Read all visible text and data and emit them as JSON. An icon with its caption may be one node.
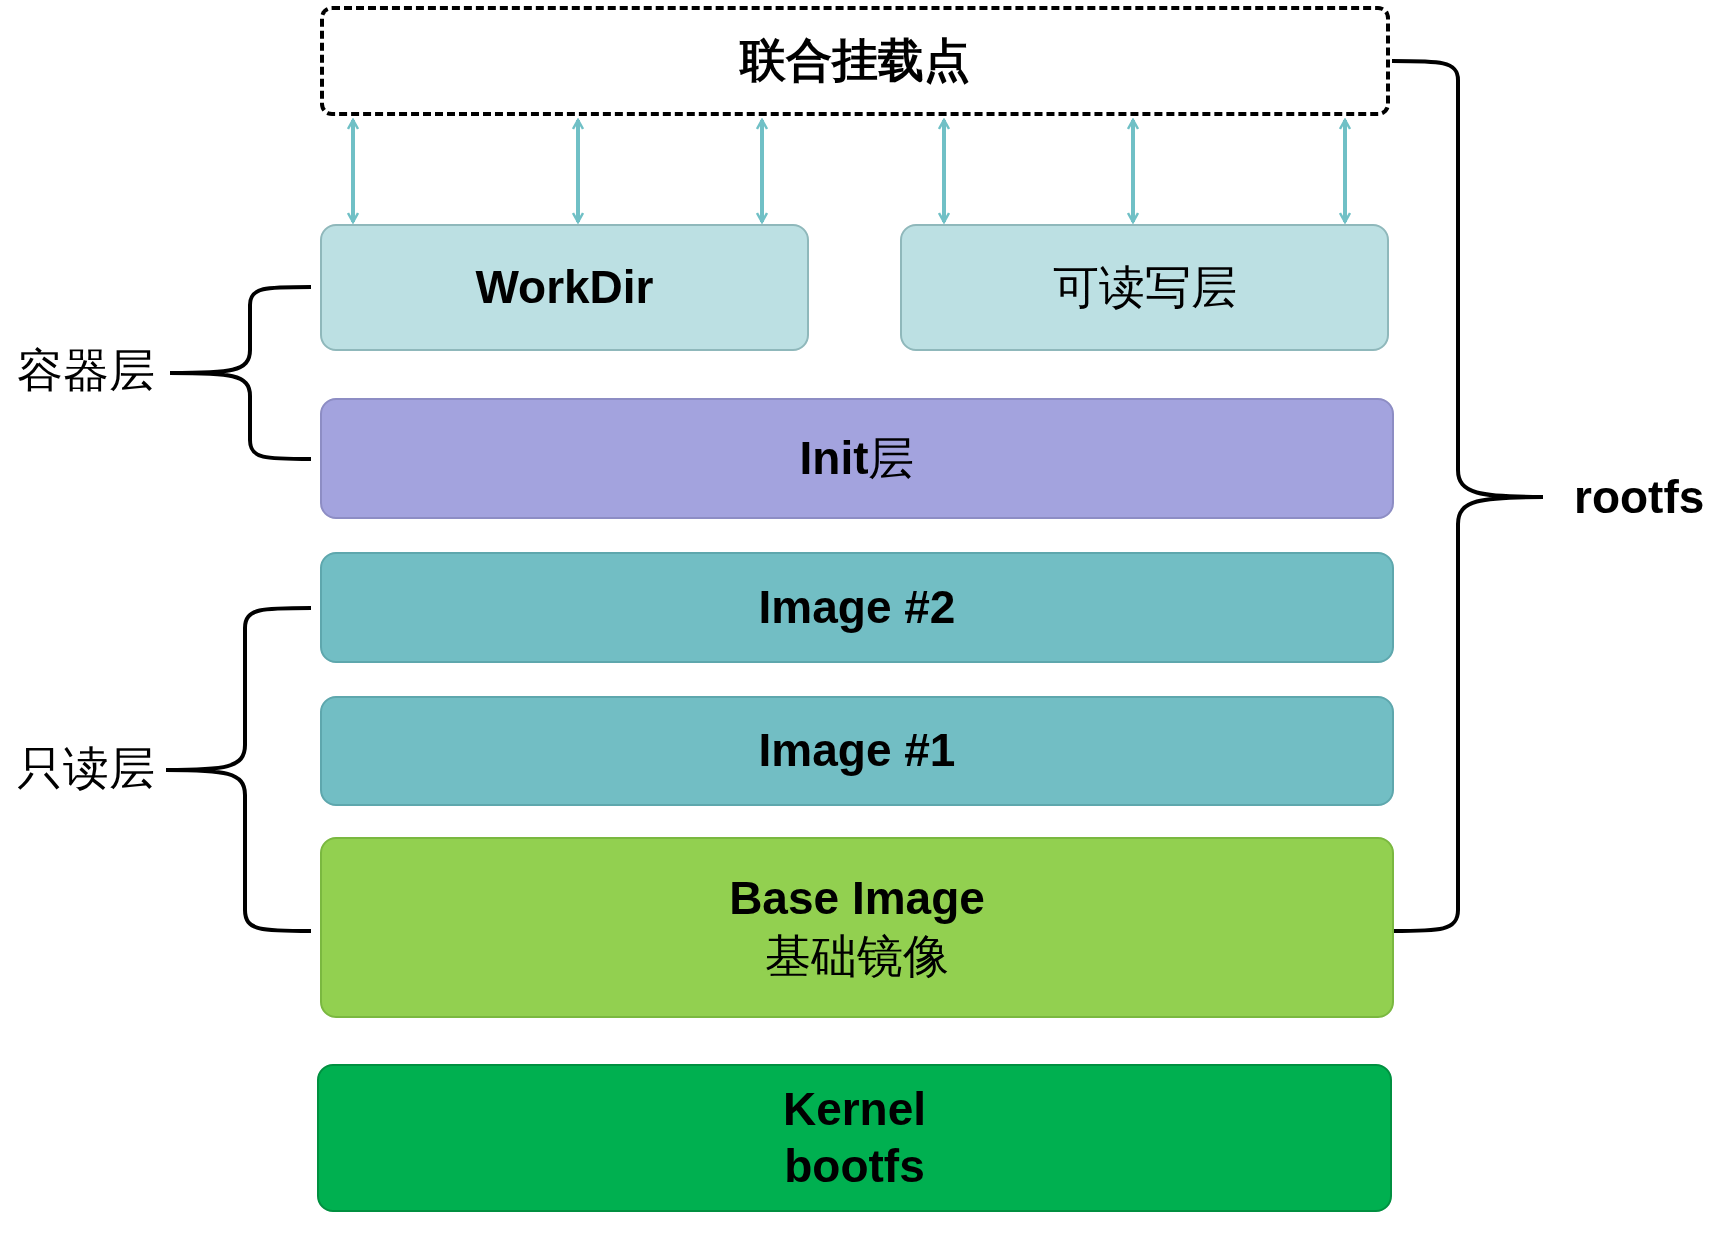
{
  "diagram": {
    "nodes": [
      {
        "text": [
          "联合挂载点"
        ]
      },
      {
        "text": [
          "WorkDir"
        ]
      },
      {
        "text": [
          "可读写层"
        ]
      },
      {
        "text": [
          "**Init**层"
        ]
      },
      {
        "text": [
          "Image #2"
        ]
      },
      {
        "text": [
          "Image #1"
        ]
      },
      {
        "text": [
          "Base Image",
          "基础镜像"
        ]
      },
      {
        "text": [
          "Kernel",
          "bootfs"
        ]
      }
    ],
    "edges": [
      {
        "from": 0,
        "to": 1,
        "arrow": "both"
      },
      {
        "from": 0,
        "to": 1,
        "arrow": "both"
      },
      {
        "from": 0,
        "to": 1,
        "arrow": "both"
      },
      {
        "from": 0,
        "to": 2,
        "arrow": "both"
      },
      {
        "from": 0,
        "to": 2,
        "arrow": "both"
      },
      {
        "from": 0,
        "to": 2,
        "arrow": "both"
      }
    ],
    "labels": [
      "容器层",
      "只读层",
      "rootfs"
    ]
  }
}
